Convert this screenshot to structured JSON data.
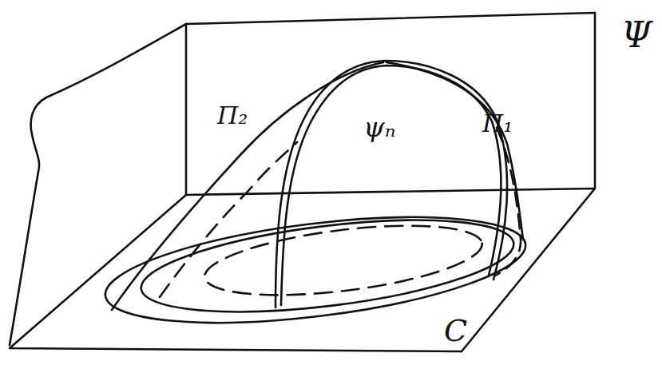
{
  "diagram": {
    "labels": [
      "Ψ",
      "Π₂",
      "ψₙ",
      "Π₁",
      "C"
    ]
  }
}
